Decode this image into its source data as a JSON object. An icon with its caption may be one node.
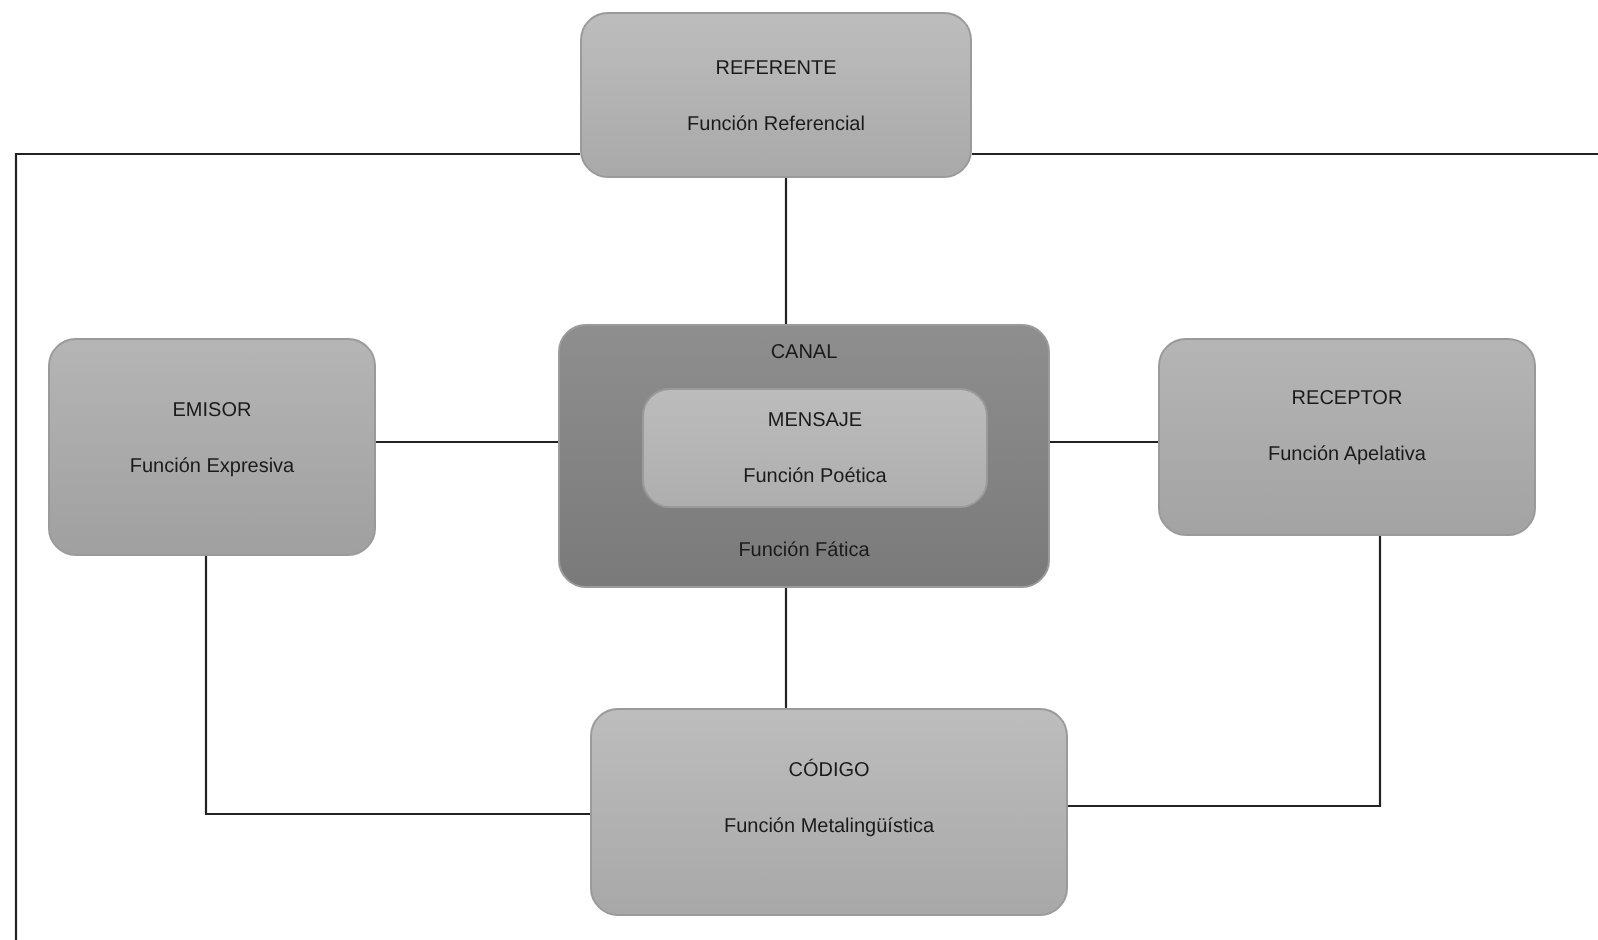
{
  "diagram": {
    "nodes": [
      {
        "text": [
          "REFERENTE",
          "Función Referencial"
        ]
      },
      {
        "text": [
          "EMISOR",
          "Función Expresiva"
        ]
      },
      {
        "text": [
          "CANAL",
          "Función Fática"
        ]
      },
      {
        "text": [
          "MENSAJE",
          "Función Poética"
        ],
        "in": 2
      },
      {
        "text": [
          "RECEPTOR",
          "Función Apelativa"
        ]
      },
      {
        "text": [
          "CÓDIGO",
          "Función Metalingüística"
        ]
      }
    ],
    "edges": [
      {
        "from": 0,
        "to": 2,
        "arrow": "none"
      },
      {
        "from": 1,
        "to": 2,
        "arrow": "none"
      },
      {
        "from": 2,
        "to": 4,
        "arrow": "none"
      },
      {
        "from": 2,
        "to": 5,
        "arrow": "none"
      },
      {
        "from": 1,
        "to": 5,
        "arrow": "none"
      },
      {
        "from": 4,
        "to": 5,
        "arrow": "none"
      },
      {
        "from": 0,
        "to": null,
        "arrow": "none"
      },
      {
        "from": 0,
        "to": null,
        "arrow": "none"
      }
    ]
  }
}
